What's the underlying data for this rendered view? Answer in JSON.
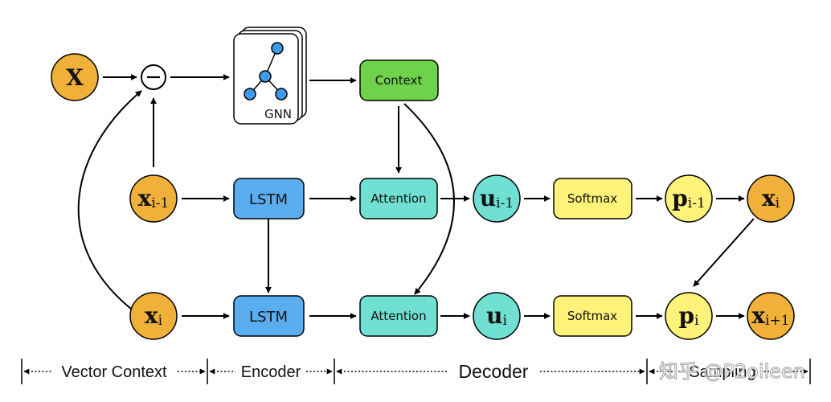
{
  "nodes": {
    "x_input": {
      "base": "X",
      "sub": ""
    },
    "x_prev": {
      "base": "x",
      "sub": "i-1"
    },
    "x_cur_bottom": {
      "base": "x",
      "sub": "i"
    },
    "u_prev": {
      "base": "u",
      "sub": "i-1"
    },
    "u_cur": {
      "base": "u",
      "sub": "i"
    },
    "p_prev": {
      "base": "p",
      "sub": "i-1"
    },
    "p_cur": {
      "base": "p",
      "sub": "i"
    },
    "x_out_top": {
      "base": "x",
      "sub": "i"
    },
    "x_out_bottom": {
      "base": "x",
      "sub": "i+1"
    },
    "minus_op": "−"
  },
  "boxes": {
    "gnn": "GNN",
    "context": "Context",
    "lstm_top": "LSTM",
    "lstm_bottom": "LSTM",
    "attention_top": "Attention",
    "attention_bottom": "Attention",
    "softmax_top": "Softmax",
    "softmax_bottom": "Softmax"
  },
  "sections": {
    "vector_context": "Vector Context",
    "encoder": "Encoder",
    "decoder": "Decoder",
    "sampling": "Sampling"
  },
  "watermark": "知乎 @P2oileen",
  "colors": {
    "orange": "#f0b03a",
    "cyan": "#6fe0d2",
    "yellow": "#fff27a",
    "blue": "#5aaef0",
    "green": "#6ed34a",
    "gnn_node": "#3d9be9"
  }
}
